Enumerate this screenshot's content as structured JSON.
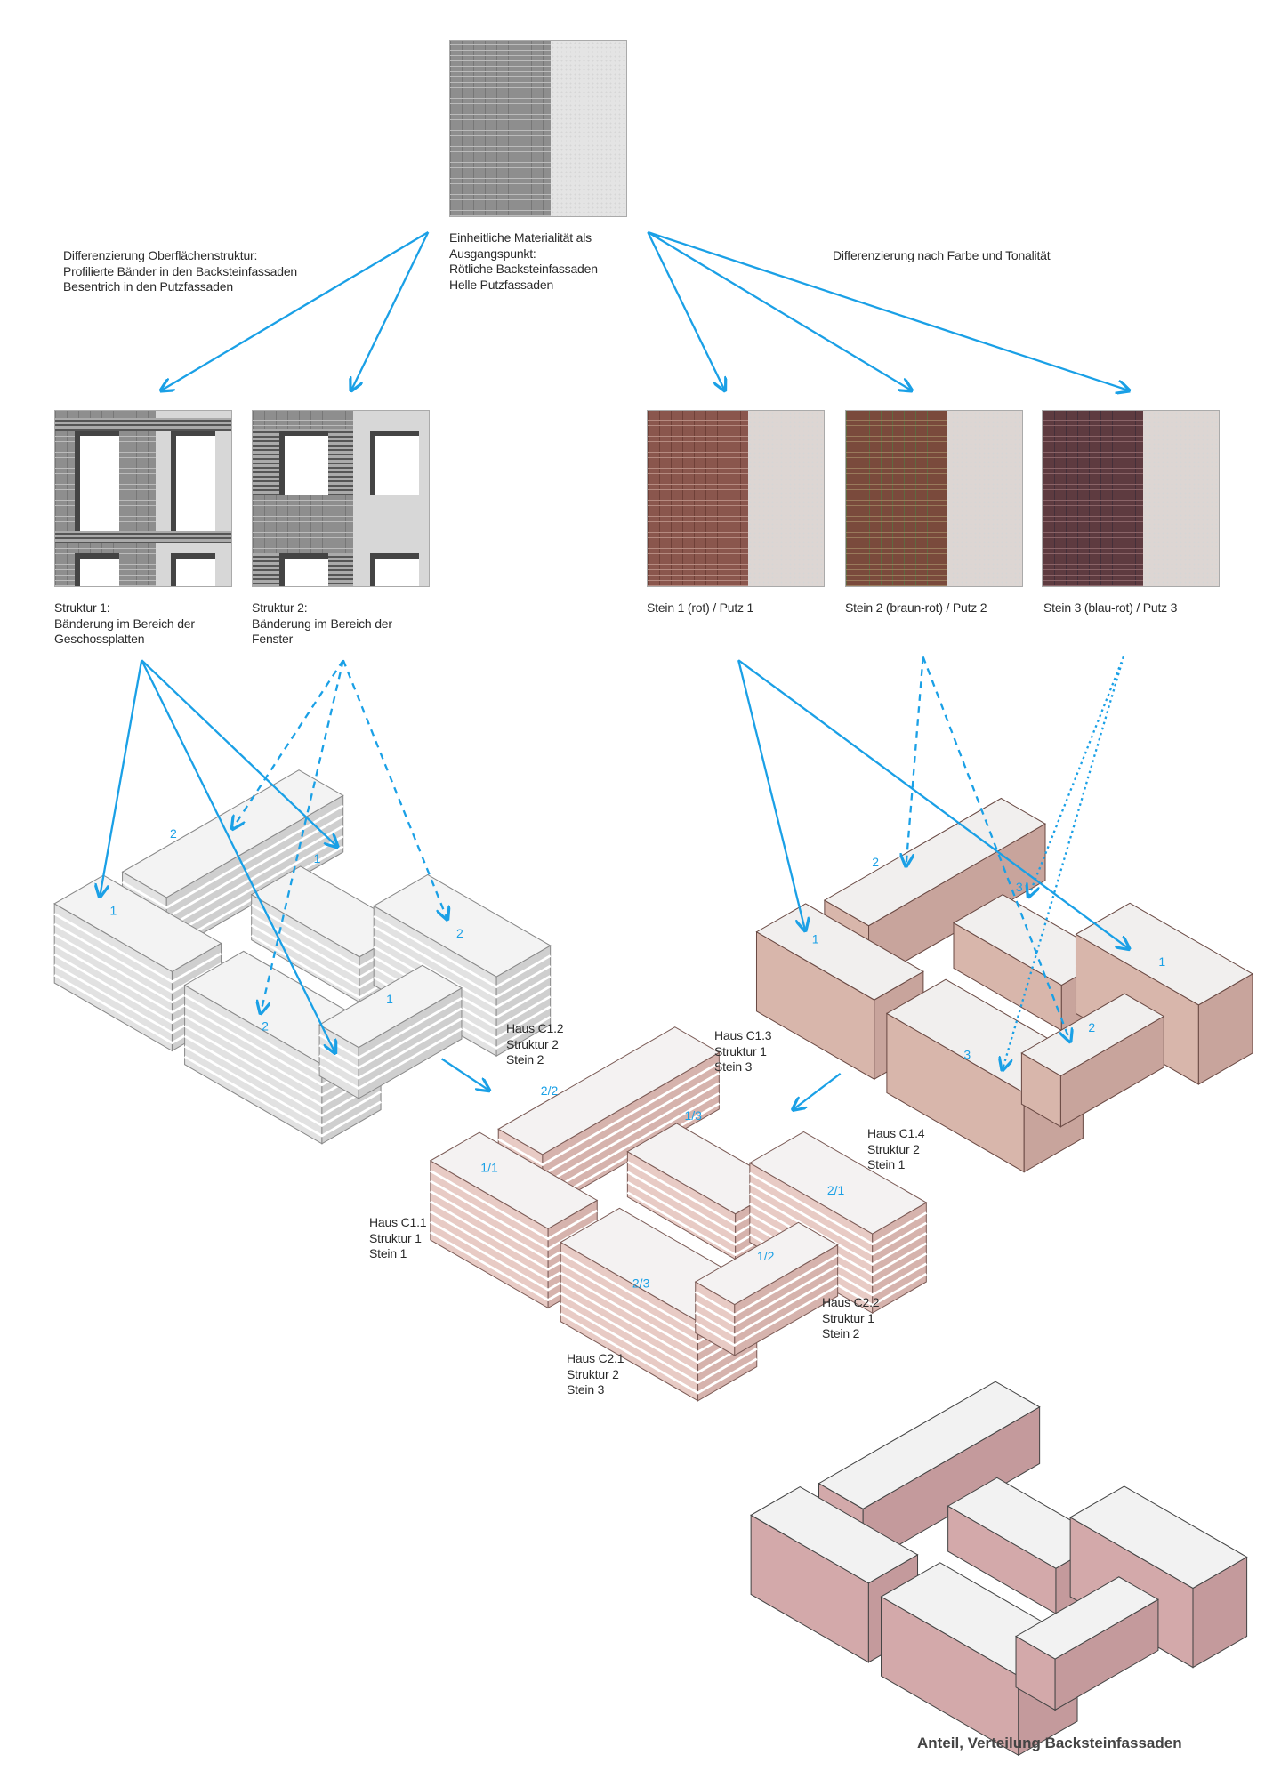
{
  "top": {
    "center_text": [
      "Einheitliche Materialität als",
      "Ausgangspunkt:",
      "Rötliche Backsteinfassaden",
      "Helle Putzfassaden"
    ],
    "left_text": [
      "Differenzierung Oberflächenstruktur:",
      "Profilierte Bänder in den Backsteinfassaden",
      "Besentrich in den Putzfassaden"
    ],
    "right_text": [
      "Differenzierung nach Farbe und Tonalität"
    ]
  },
  "structures": [
    {
      "lines": [
        "Struktur 1:",
        "Bänderung im Bereich der",
        "Geschossplatten"
      ]
    },
    {
      "lines": [
        "Struktur 2:",
        "Bänderung im Bereich der",
        "Fenster"
      ]
    }
  ],
  "stones": [
    {
      "label": "Stein 1 (rot) / Putz 1",
      "color": "#8a564d"
    },
    {
      "label": "Stein 2 (braun-rot) / Putz 2",
      "color": "#7a4a3c"
    },
    {
      "label": "Stein 3 (blau-rot) / Putz 3",
      "color": "#5e3b40"
    }
  ],
  "houses": [
    {
      "lines": [
        "Haus C1.2",
        "Struktur 2",
        "Stein 2"
      ]
    },
    {
      "lines": [
        "Haus C1.3",
        "Struktur 1",
        "Stein 3"
      ]
    },
    {
      "lines": [
        "Haus C1.4",
        "Struktur 2",
        "Stein 1"
      ]
    },
    {
      "lines": [
        "Haus C1.1",
        "Struktur 1",
        "Stein 1"
      ]
    },
    {
      "lines": [
        "Haus C2.2",
        "Struktur 1",
        "Stein 2"
      ]
    },
    {
      "lines": [
        "Haus C2.1",
        "Struktur 2",
        "Stein 3"
      ]
    }
  ],
  "cluster_labels": {
    "left": [
      "1",
      "2",
      "1",
      "2",
      "2",
      "1"
    ],
    "right": [
      "1",
      "2",
      "3",
      "1",
      "3",
      "2"
    ],
    "middle": [
      "1/1",
      "2/2",
      "1/3",
      "2/1",
      "2/3",
      "1/2"
    ]
  },
  "caption": "Anteil, Verteilung Backsteinfassaden",
  "colors": {
    "arrow": "#1aa0e6",
    "label": "#1aa0e6"
  }
}
